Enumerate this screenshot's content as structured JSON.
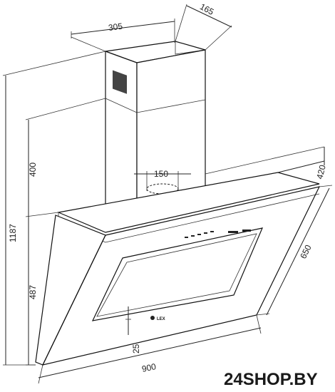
{
  "dimensions": {
    "chimney_width": "305",
    "chimney_depth": "165",
    "outlet_diameter": "150",
    "total_height": "1187",
    "chimney_height": "400",
    "hood_height": "487",
    "hood_depth": "420",
    "glass_diagonal": "650",
    "hood_width": "900",
    "glass_offset": "25"
  },
  "brand_mark": "LEX",
  "watermark": "24SHOP.BY",
  "colors": {
    "line": "#222222",
    "watermark": "#1a1a1a",
    "background": "#ffffff"
  }
}
